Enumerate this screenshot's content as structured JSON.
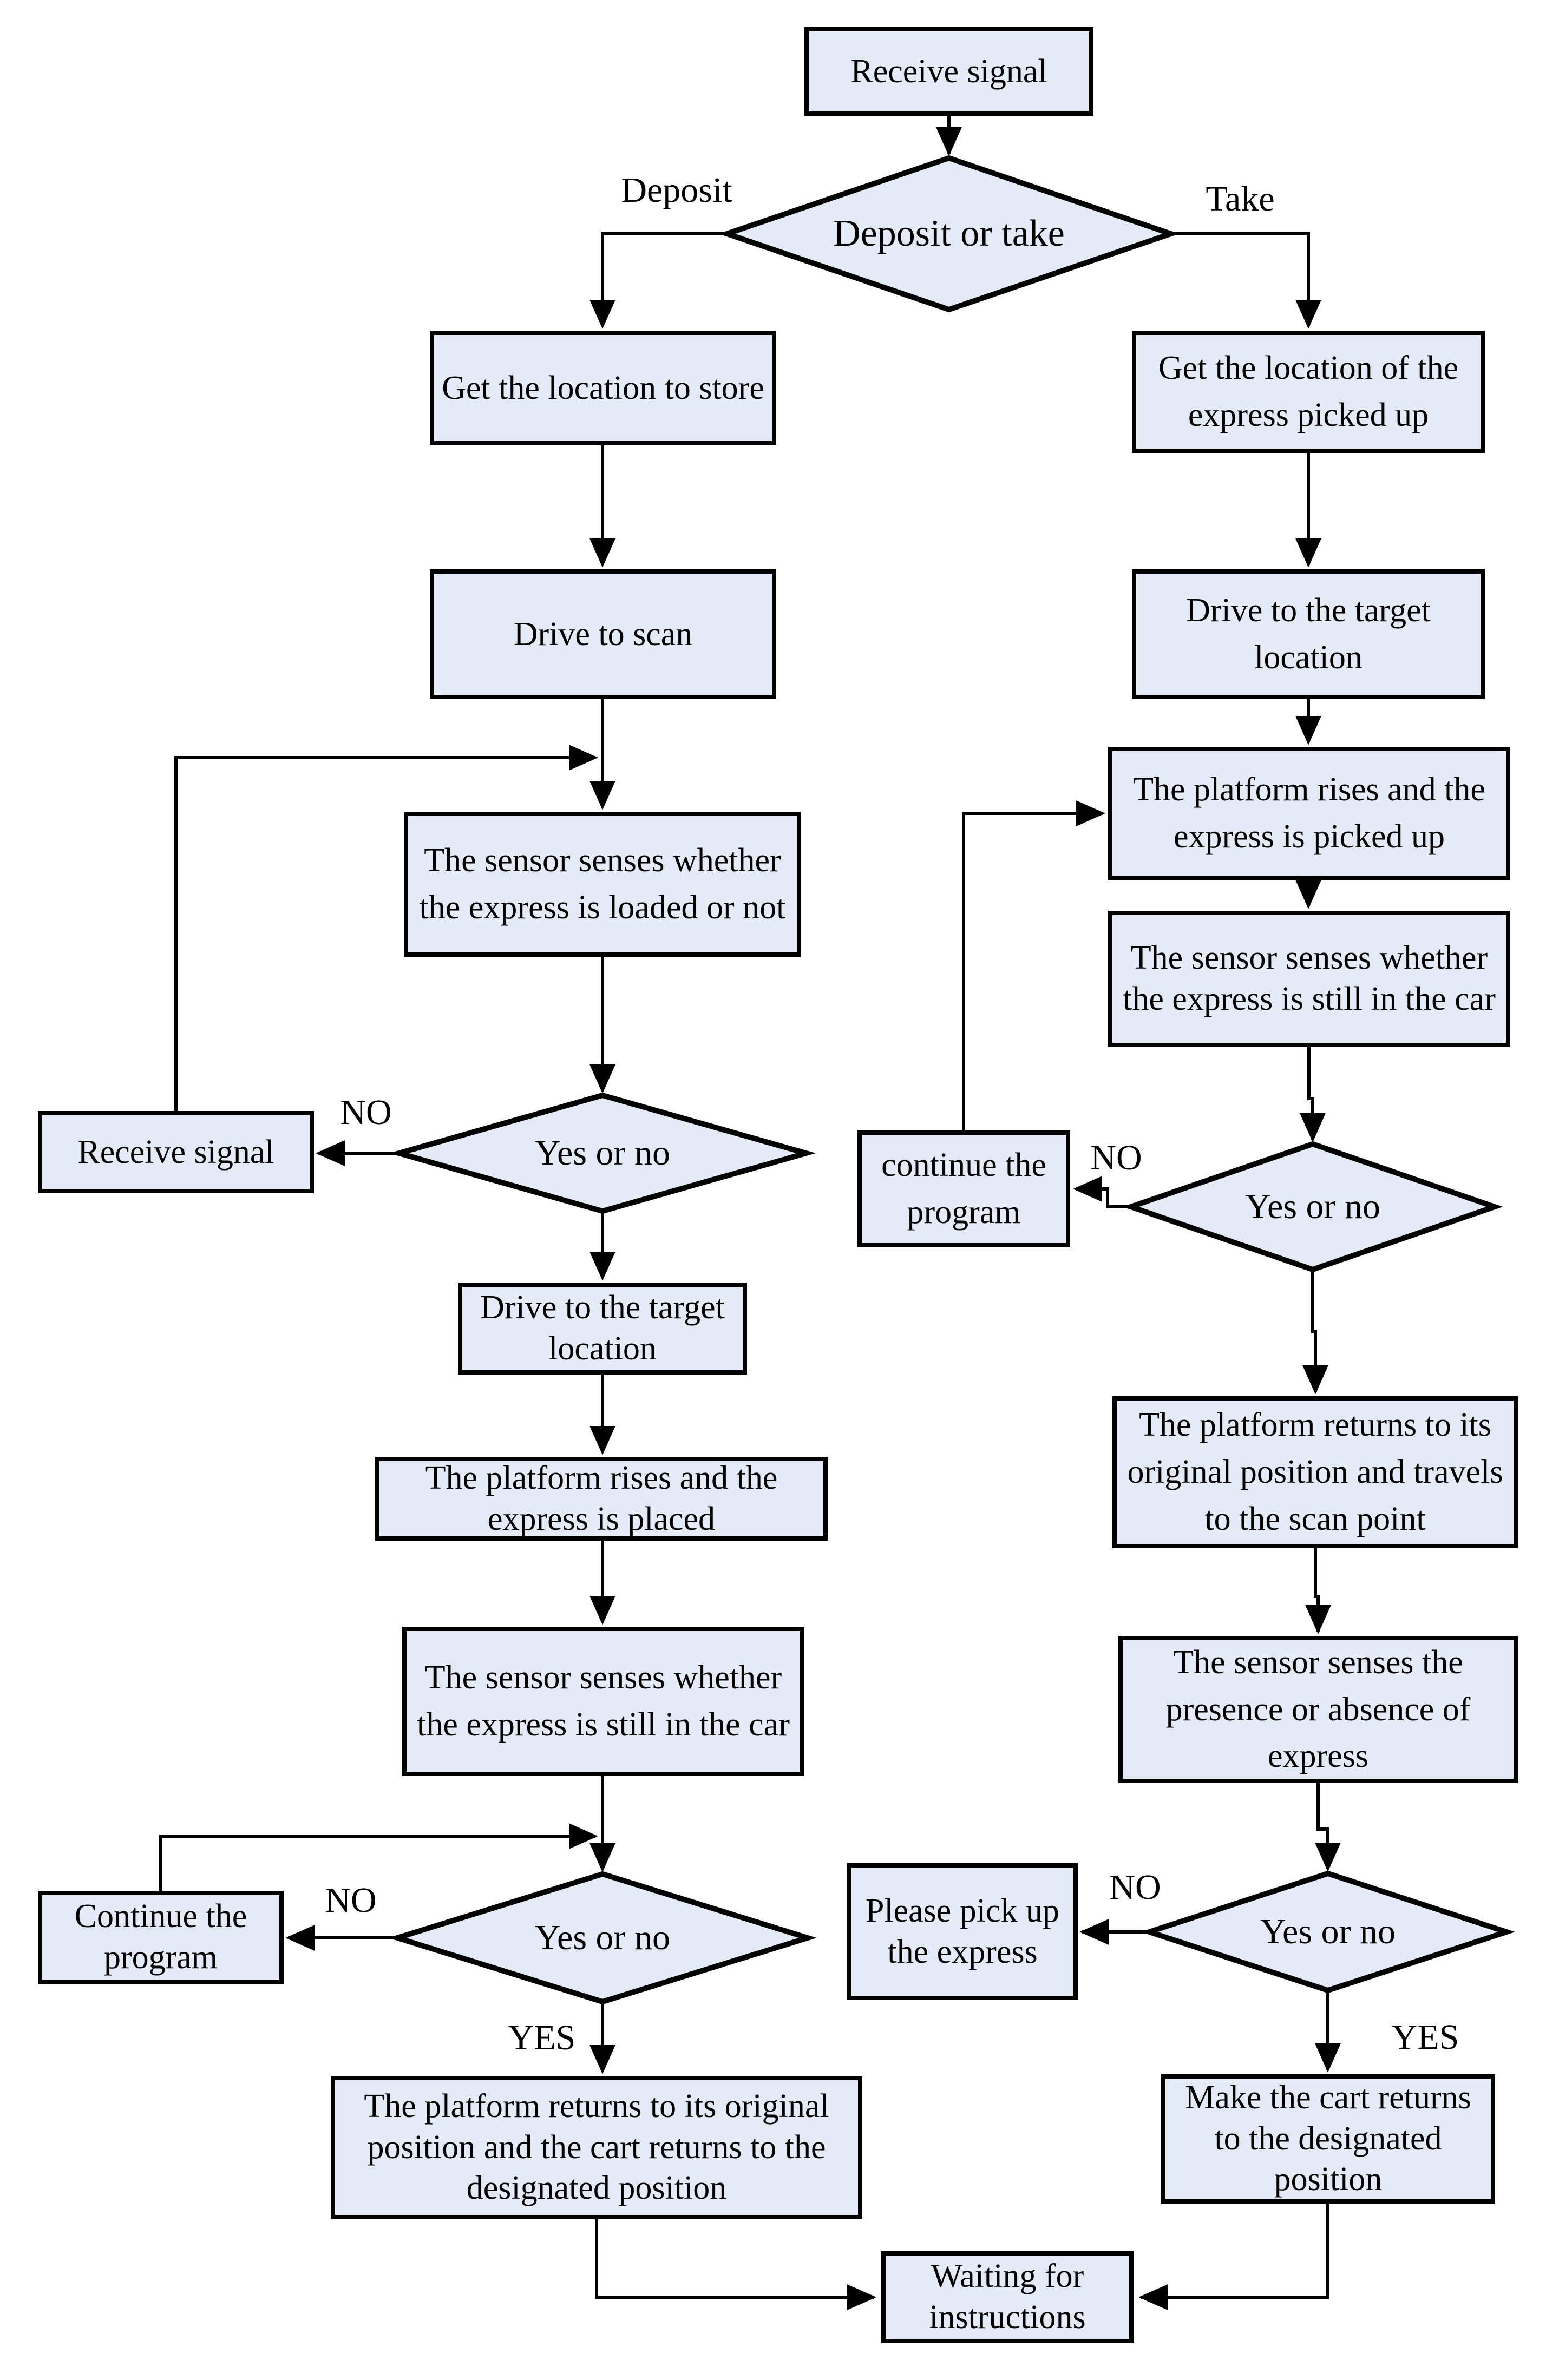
{
  "colors": {
    "node_fill": "#e4ebf6",
    "line": "#000000",
    "background": "#ffffff"
  },
  "nodes": {
    "receive_signal_top": "Receive signal",
    "get_location_store": "Get the location to store",
    "drive_to_scan": "Drive to scan",
    "sensor_loaded": "The sensor senses whether the express is loaded or not",
    "receive_signal_small": "Receive signal",
    "drive_target_left": "Drive to the target location",
    "platform_rises_placed": "The platform rises and the express is placed",
    "sensor_still_left": "The sensor senses whether the express is still in the car",
    "continue_program_left": "Continue the program",
    "platform_returns_left": "The platform returns to its original position and the cart returns to the designated position",
    "get_location_express": "Get the location of the express picked up",
    "drive_target_right": "Drive to the target location",
    "platform_rises_picked": "The platform rises and the express is picked up",
    "sensor_still_right": "The sensor senses whether the express is still in the car",
    "continue_program_right": "continue the program",
    "platform_returns_right": "The platform returns to its original position and travels to the scan point",
    "sensor_presence": "The sensor senses the presence or absence of express",
    "please_pick_up": "Please pick up the express",
    "make_cart_returns": "Make the cart returns to the designated position",
    "waiting_instructions": "Waiting for instructions"
  },
  "decisions": {
    "deposit_or_take": "Deposit or take",
    "yes_or_no_1": "Yes or no",
    "yes_or_no_2": "Yes or no",
    "yes_or_no_3": "Yes or no",
    "yes_or_no_4": "Yes or no"
  },
  "edge_labels": {
    "deposit": "Deposit",
    "take": "Take",
    "no_left_upper": "NO",
    "no_left_lower": "NO",
    "yes_left": "YES",
    "no_right_upper": "NO",
    "no_right_lower": "NO",
    "yes_right": "YES"
  }
}
